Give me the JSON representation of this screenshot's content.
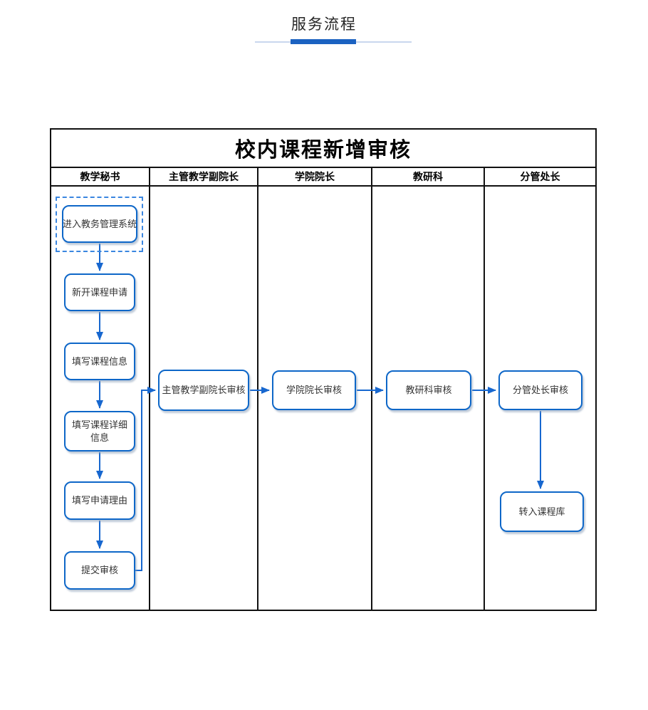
{
  "header": {
    "title": "服务流程"
  },
  "diagram": {
    "title": "校内课程新增审核",
    "lanes": [
      {
        "label": "教学秘书"
      },
      {
        "label": "主管教学副院长"
      },
      {
        "label": "学院院长"
      },
      {
        "label": "教研科"
      },
      {
        "label": "分管处长"
      }
    ],
    "nodes": {
      "enter_system": {
        "label": "进入教务管理系统",
        "selected": true
      },
      "new_course_request": {
        "label": "新开课程申请"
      },
      "fill_course_info": {
        "label": "填写课程信息"
      },
      "fill_course_details": {
        "label": "填写课程详细信息"
      },
      "fill_reason": {
        "label": "填写申请理由"
      },
      "submit_review": {
        "label": "提交审核"
      },
      "vice_dean_review": {
        "label": "主管教学副院长审核"
      },
      "dean_review": {
        "label": "学院院长审核"
      },
      "research_section_review": {
        "label": "教研科审核"
      },
      "division_director_review": {
        "label": "分管处长审核"
      },
      "transfer_course_library": {
        "label": "转入课程库"
      }
    },
    "colors": {
      "node_border": "#0e67c8",
      "connector": "#1767cf",
      "selection_outline": "#3a86e0",
      "frame_border": "#111111",
      "underline_accent": "#1b62c1",
      "underline_track": "#c9d7ee"
    }
  }
}
